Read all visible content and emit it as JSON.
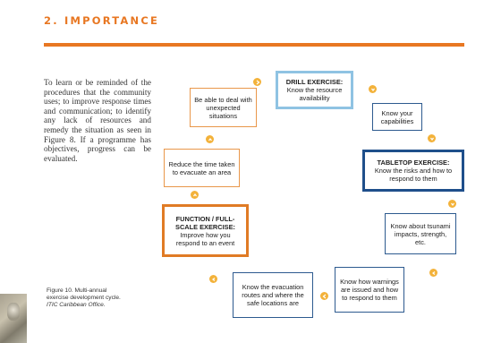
{
  "section": {
    "title": "2. IMPORTANCE"
  },
  "intro_text": "To learn or be reminded of the procedures that the community uses; to improve response times and communication; to identify any lack of resources and remedy the situation as seen in Figure 8. If a programme has objectives, progress can be evaluated.",
  "cycle": {
    "deal_unexpected": "Be able to deal with unexpected situations",
    "drill_title": "DRILL EXERCISE:",
    "drill_text": "Know the resource availability",
    "capabilities": "Know your capabilities",
    "tabletop_title": "TABLETOP EXERCISE:",
    "tabletop_text": "Know the risks and how to respond to them",
    "tsunami_impacts": "Know about tsunami impacts, strength, etc.",
    "warnings": "Know how warnings are issued and how to respond to them",
    "evacuation_routes": "Know the evacuation routes and where the safe locations are",
    "functional_title": "FUNCTION / FULL-SCALE EXERCISE:",
    "functional_text": "Improve how you respond to an event",
    "reduce_time": "Reduce the time taken to evacuate an area"
  },
  "figure_caption": {
    "label": "Figure 10. Multi-annual exercise development cycle.",
    "source": "ITIC Caribbean Office."
  },
  "colors": {
    "accent": "#e87722",
    "dot": "#f3b23a",
    "light_blue": "#8fc3e3",
    "dark_blue": "#1f4f8b"
  }
}
